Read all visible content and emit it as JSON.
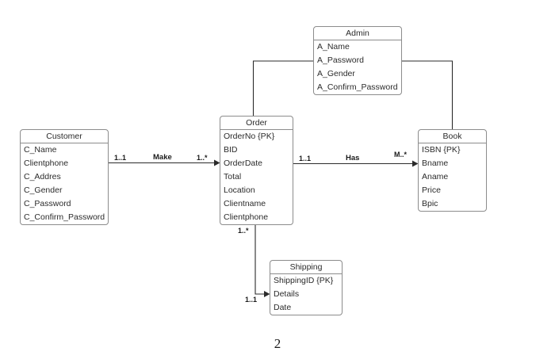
{
  "diagram": {
    "type": "er-diagram",
    "background_color": "#ffffff",
    "line_color": "#2b2b2b",
    "box_border_color": "#8c8c8c",
    "text_color": "#2b2b2b"
  },
  "entities": [
    {
      "key": "admin",
      "title": "Admin",
      "attributes": [
        "A_Name",
        "A_Password",
        "A_Gender",
        "A_Confirm_Password"
      ]
    },
    {
      "key": "customer",
      "title": "Customer",
      "attributes": [
        "C_Name",
        "Clientphone",
        "C_Addres",
        "C_Gender",
        "C_Password",
        "C_Confirm_Password"
      ]
    },
    {
      "key": "order",
      "title": "Order",
      "attributes": [
        "OrderNo {PK}",
        "BID",
        "OrderDate",
        "Total",
        "Location",
        "Clientname",
        "Clientphone"
      ]
    },
    {
      "key": "book",
      "title": "Book",
      "attributes": [
        "ISBN {PK}",
        "Bname",
        "Aname",
        "Price",
        "Bpic"
      ]
    },
    {
      "key": "shipping",
      "title": "Shipping",
      "attributes": [
        "ShippingID {PK}",
        "Details",
        "Date"
      ]
    }
  ],
  "relationships": [
    {
      "key": "make",
      "name": "Make",
      "from": "customer",
      "to": "order",
      "from_cardinality": "1..1",
      "to_cardinality": "1..*"
    },
    {
      "key": "has",
      "name": "Has",
      "from": "order",
      "to": "book",
      "from_cardinality": "1..1",
      "to_cardinality": "M..*"
    },
    {
      "key": "order-shipping",
      "name": "",
      "from": "order",
      "to": "shipping",
      "from_cardinality": "1..*",
      "to_cardinality": "1..1"
    },
    {
      "key": "admin-order",
      "name": "",
      "from": "admin",
      "to": "order",
      "from_cardinality": "",
      "to_cardinality": ""
    },
    {
      "key": "admin-book",
      "name": "",
      "from": "admin",
      "to": "book",
      "from_cardinality": "",
      "to_cardinality": ""
    }
  ],
  "footer": {
    "page_number": "2"
  }
}
